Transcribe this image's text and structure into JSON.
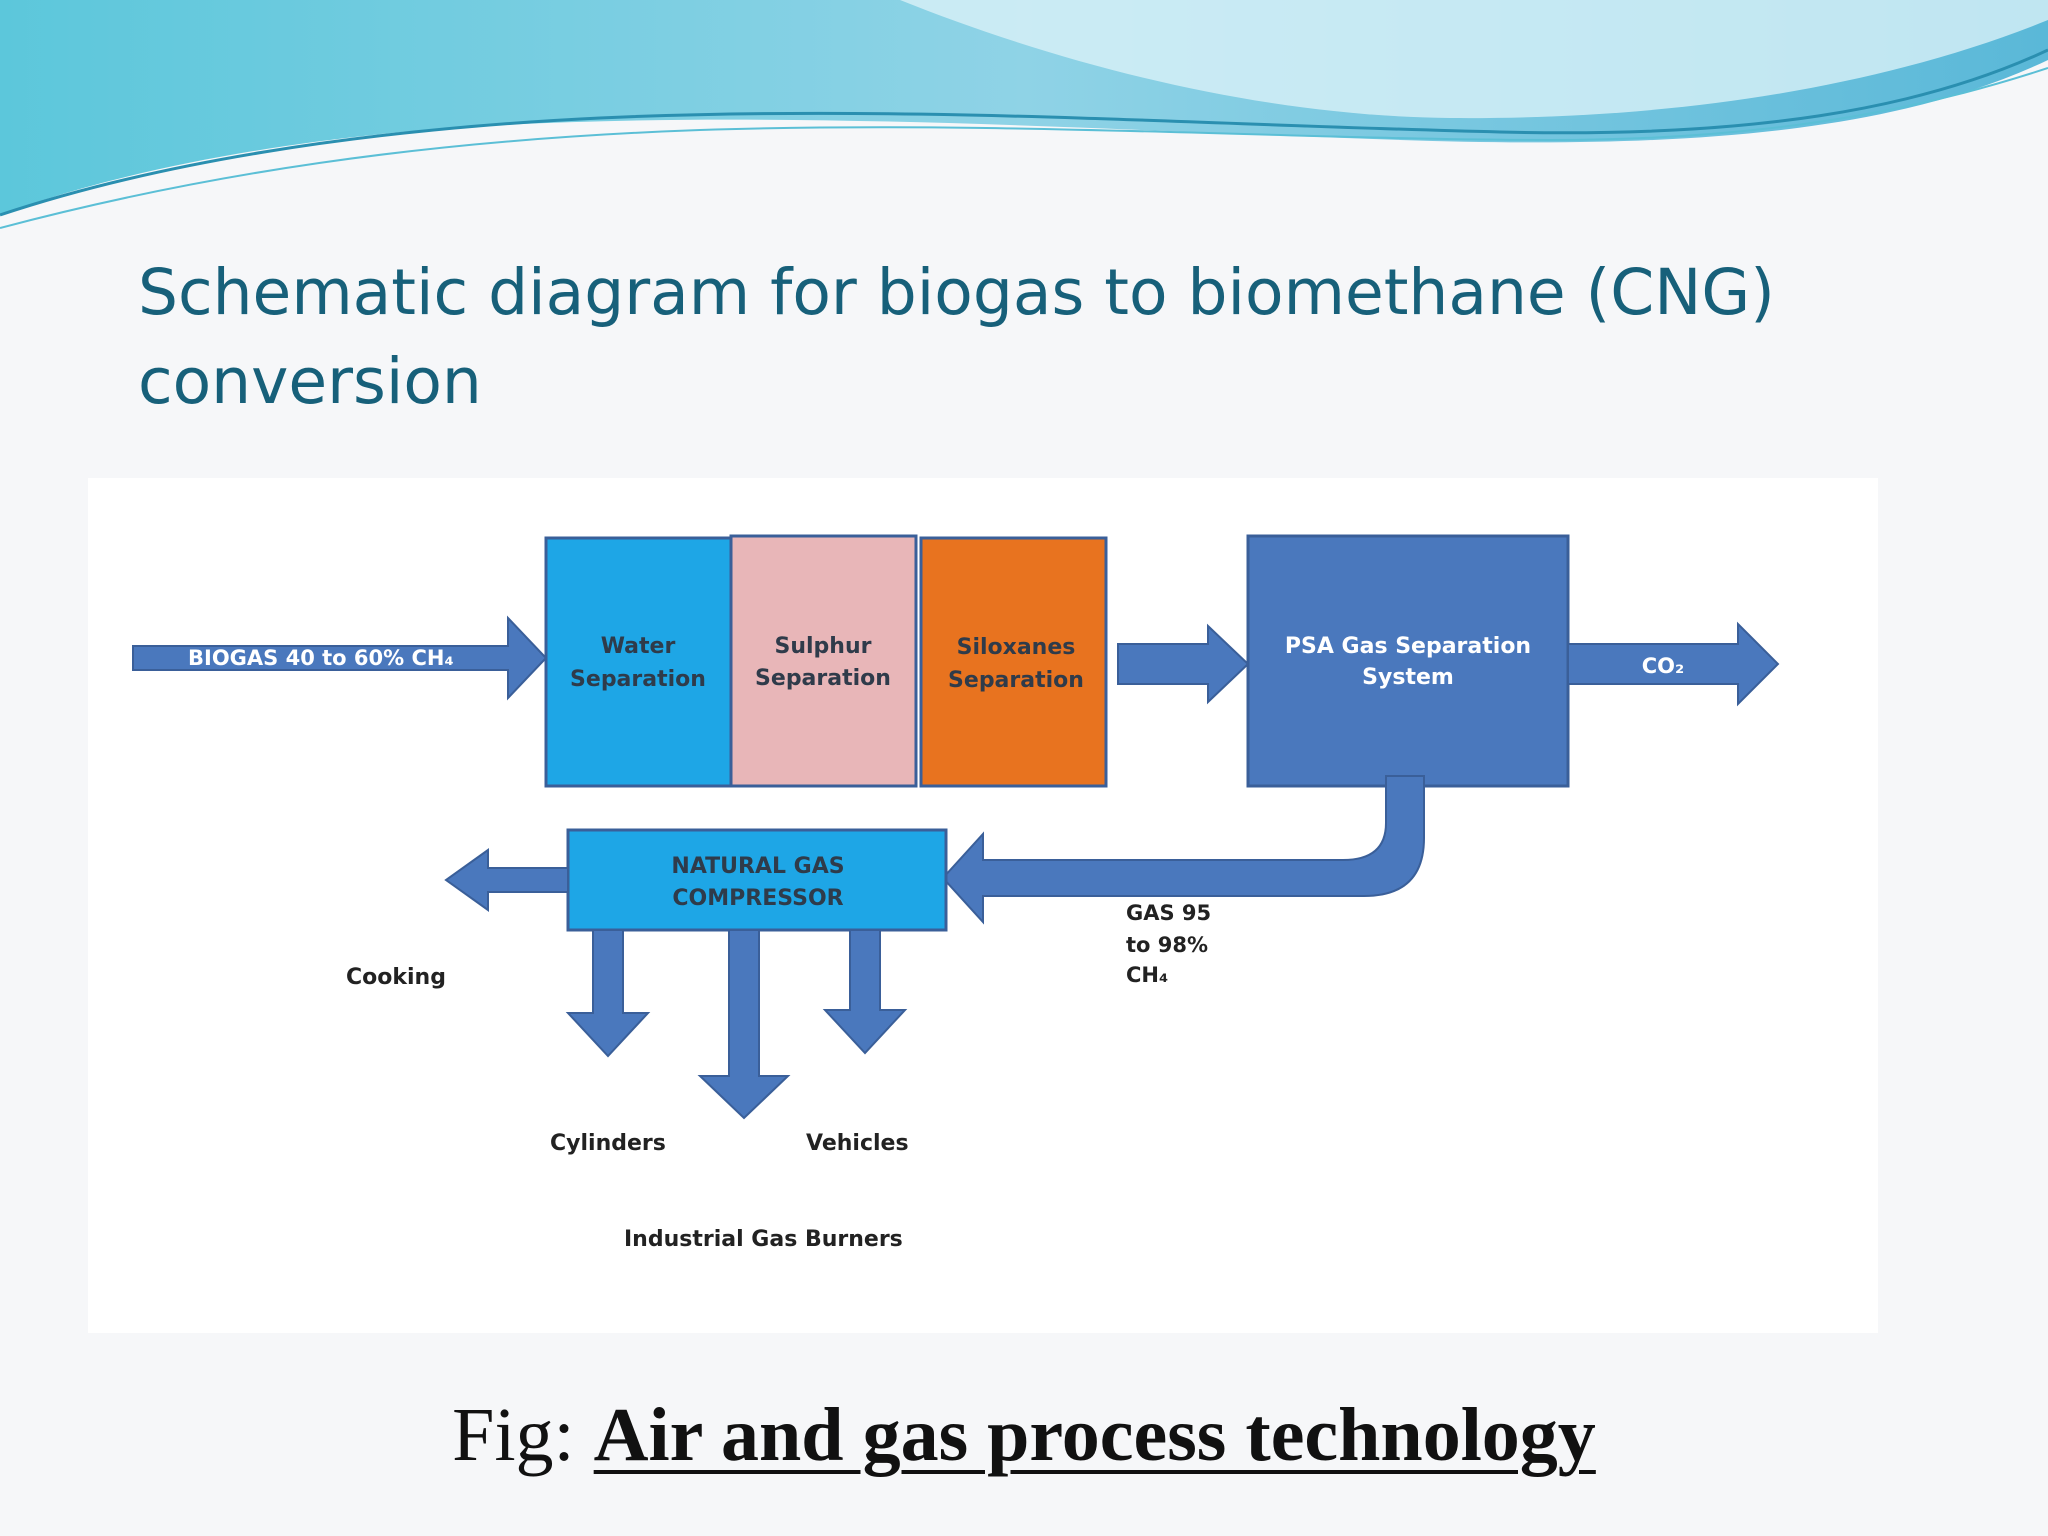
{
  "slide": {
    "title_line1": "Schematic diagram for biogas to biomethane (CNG)",
    "title_line2": "conversion"
  },
  "diagram": {
    "input_label": "BIOGAS  40 to 60% CH₄",
    "stages": [
      {
        "line1": "Water",
        "line2": "Separation",
        "color": "#1ea6e6"
      },
      {
        "line1": "Sulphur",
        "line2": "Separation",
        "color": "#e8b6b8"
      },
      {
        "line1": "Siloxanes",
        "line2": "Separation",
        "color": "#e8731f"
      }
    ],
    "psa": {
      "line1": "PSA Gas Separation",
      "line2": "System",
      "color": "#4a78bd"
    },
    "co2_label": "CO₂",
    "compressor": {
      "line1": "NATURAL GAS",
      "line2": "COMPRESSOR",
      "color": "#1ea6e6"
    },
    "gas_label": {
      "line1": "GAS 95",
      "line2": "to 98%",
      "line3": "CH₄"
    },
    "outputs": {
      "cooking": "Cooking",
      "cylinders": "Cylinders",
      "vehicles": "Vehicles",
      "industrial": "Industrial Gas Burners"
    },
    "arrow_color": "#4a78bd"
  },
  "caption": {
    "prefix": "Fig: ",
    "title": "Air and gas process technology"
  }
}
